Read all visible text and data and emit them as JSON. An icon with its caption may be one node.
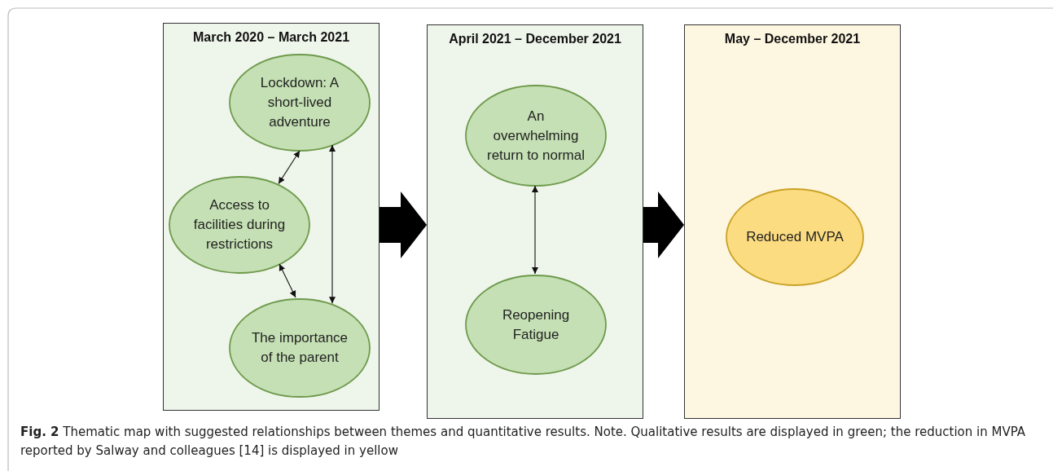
{
  "diagram": {
    "caption": "**Fig. 2**  Thematic map with suggested relationships between themes and quantitative results. Note. Qualitative results are displayed in green; the reduction in MVPA reported by Salway and colleagues [14] is displayed in yellow",
    "nodes": [
      {
        "text": [
          "March 2020 – March 2021"
        ]
      },
      {
        "text": [
          "Lockdown: A short-lived adventure"
        ],
        "in": 0
      },
      {
        "text": [
          "Access to facilities during restrictions"
        ],
        "in": 0
      },
      {
        "text": [
          "The importance of the parent"
        ],
        "in": 0
      },
      {
        "text": [
          "April 2021 – December 2021"
        ]
      },
      {
        "text": [
          "An overwhelming return to normal"
        ],
        "in": 4
      },
      {
        "text": [
          "Reopening Fatigue"
        ],
        "in": 4
      },
      {
        "text": [
          "May – December 2021"
        ]
      },
      {
        "text": [
          "Reduced MVPA"
        ],
        "in": 7
      }
    ],
    "edges": [
      {
        "from": 1,
        "to": 2,
        "arrow": "both"
      },
      {
        "from": 1,
        "to": 3,
        "arrow": "both"
      },
      {
        "from": 2,
        "to": 3,
        "arrow": "both"
      },
      {
        "from": 5,
        "to": 6,
        "arrow": "both"
      },
      {
        "from": 0,
        "to": 4,
        "arrow": "to",
        "style": "thick"
      },
      {
        "from": 4,
        "to": 7,
        "arrow": "to",
        "style": "thick"
      }
    ]
  }
}
